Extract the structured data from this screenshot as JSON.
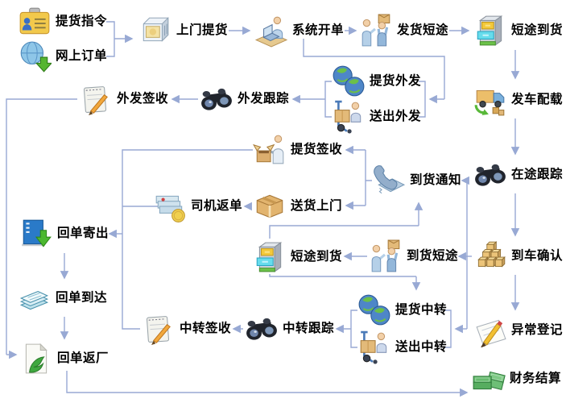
{
  "colors": {
    "connector": "#98a9d4",
    "label": "#000000",
    "background": "#ffffff"
  },
  "nodes": [
    {
      "id": "pickup-instruction",
      "label": "提货指令",
      "icon": "id-card-icon"
    },
    {
      "id": "online-order",
      "label": "网上订单",
      "icon": "globe-download-icon"
    },
    {
      "id": "door-pickup",
      "label": "上门提货",
      "icon": "computer-icon"
    },
    {
      "id": "system-billing",
      "label": "系统开单",
      "icon": "operator-laptop-icon"
    },
    {
      "id": "dispatch-short",
      "label": "发货短途",
      "icon": "workers-box-icon"
    },
    {
      "id": "short-arrival-top",
      "label": "短途到货",
      "icon": "drawer-cabinet-icon"
    },
    {
      "id": "truck-loading",
      "label": "发车配载",
      "icon": "truck-loading-icon"
    },
    {
      "id": "pickup-outsource",
      "label": "提货外发",
      "icon": "globes-icon"
    },
    {
      "id": "sendout-outsource",
      "label": "送出外发",
      "icon": "handtruck-icon"
    },
    {
      "id": "outsource-tracking",
      "label": "外发跟踪",
      "icon": "binoculars-icon"
    },
    {
      "id": "outsource-signin",
      "label": "外发签收",
      "icon": "notepad-pencil-icon"
    },
    {
      "id": "transit-tracking",
      "label": "在途跟踪",
      "icon": "binoculars-icon"
    },
    {
      "id": "pickup-signin",
      "label": "提货签收",
      "icon": "open-box-person-icon"
    },
    {
      "id": "arrival-notice",
      "label": "到货通知",
      "icon": "telephone-icon"
    },
    {
      "id": "driver-receipt",
      "label": "司机返单",
      "icon": "papers-coin-icon"
    },
    {
      "id": "home-delivery",
      "label": "送货上门",
      "icon": "carton-box-icon"
    },
    {
      "id": "receipt-sendout",
      "label": "回单寄出",
      "icon": "document-export-icon"
    },
    {
      "id": "short-arrival-mid",
      "label": "短途到货",
      "icon": "drawer-cabinet-icon"
    },
    {
      "id": "arrival-short",
      "label": "到货短途",
      "icon": "workers-box-icon"
    },
    {
      "id": "truck-arrival-confirm",
      "label": "到车确认",
      "icon": "stacked-cubes-icon"
    },
    {
      "id": "receipt-arrived",
      "label": "回单到达",
      "icon": "paper-stack-icon"
    },
    {
      "id": "pickup-transfer",
      "label": "提货中转",
      "icon": "globes-icon"
    },
    {
      "id": "sendout-transfer",
      "label": "送出中转",
      "icon": "handtruck-icon"
    },
    {
      "id": "transfer-tracking",
      "label": "中转跟踪",
      "icon": "binoculars-icon"
    },
    {
      "id": "transfer-signin",
      "label": "中转签收",
      "icon": "notepad-pencil-icon"
    },
    {
      "id": "exception-register",
      "label": "异常登记",
      "icon": "writing-pencil-icon"
    },
    {
      "id": "receipt-return",
      "label": "回单返厂",
      "icon": "document-return-icon"
    },
    {
      "id": "finance-settle",
      "label": "财务结算",
      "icon": "banknotes-icon"
    }
  ]
}
